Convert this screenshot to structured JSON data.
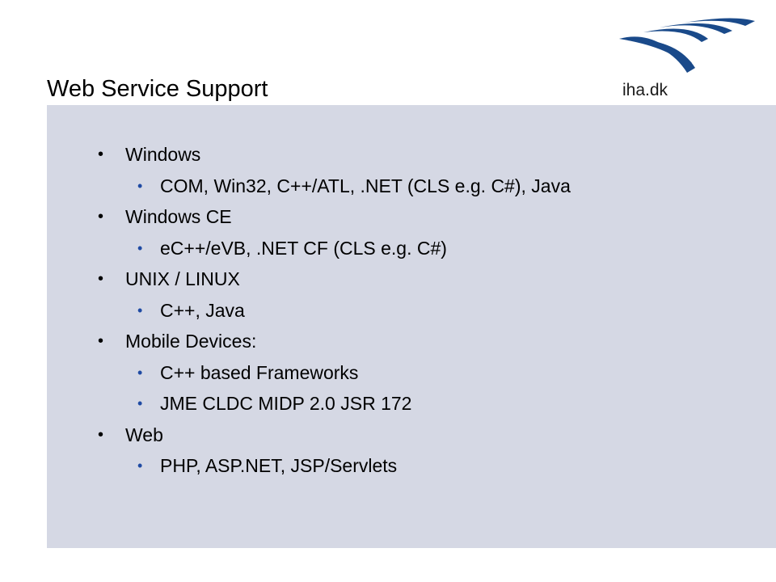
{
  "slide": {
    "title": "Web Service Support",
    "logo_text": "iha.dk",
    "colors": {
      "panel": "#d5d8e4",
      "logo_blue": "#1a4a8a",
      "sub_bullet": "#1f4aa3"
    }
  },
  "bullets": [
    {
      "level": 1,
      "text": "Windows"
    },
    {
      "level": 2,
      "text": "COM, Win32, C++/ATL, .NET (CLS e.g. C#), Java"
    },
    {
      "level": 1,
      "text": "Windows CE"
    },
    {
      "level": 2,
      "text": "eC++/eVB, .NET CF (CLS e.g. C#)"
    },
    {
      "level": 1,
      "text": "UNIX / LINUX"
    },
    {
      "level": 2,
      "text": "C++, Java"
    },
    {
      "level": 1,
      "text": "Mobile Devices:"
    },
    {
      "level": 2,
      "text": "C++ based Frameworks"
    },
    {
      "level": 2,
      "text": "JME CLDC MIDP 2.0 JSR 172"
    },
    {
      "level": 1,
      "text": "Web"
    },
    {
      "level": 2,
      "text": "PHP, ASP.NET, JSP/Servlets"
    }
  ]
}
